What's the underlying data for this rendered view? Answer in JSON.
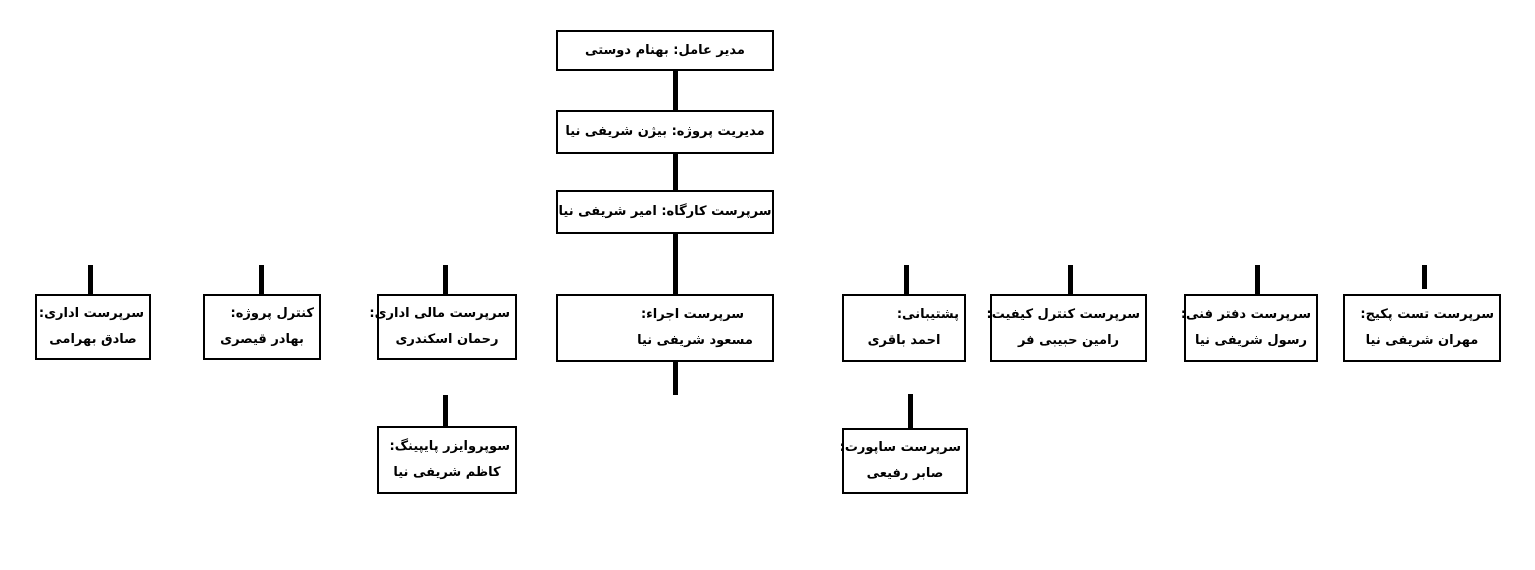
{
  "chart": {
    "ceo": "مدیر عامل: بهنام دوستی",
    "project_manager": "مدیریت پروژه: بیژن شریفی نیا",
    "workshop_supervisor": "سرپرست کارگاه: امیر شریفی نیا",
    "units": {
      "admin": {
        "role": "سرپرست اداری:",
        "name": "صادق بهرامی"
      },
      "project_control": {
        "role": "کنترل پروژه:",
        "name": "بهادر قیصری"
      },
      "finance_admin": {
        "role": "سرپرست مالی اداری:",
        "name": "رحمان اسکندری"
      },
      "execution": {
        "role": "سرپرست اجراء:",
        "name": "مسعود شریفی نیا"
      },
      "logistics": {
        "role": "پشتیبانی:",
        "name": "احمد باقری"
      },
      "quality_control": {
        "role": "سرپرست کنترل کیفیت:",
        "name": "رامین حبیبی فر"
      },
      "technical_office": {
        "role": "سرپرست دفتر فنی:",
        "name": "رسول شریفی نیا"
      },
      "package_test": {
        "role": "سرپرست تست پکیج:",
        "name": "مهران شریفی نیا"
      },
      "piping_supervisor": {
        "role": "سوپروایزر پایپینگ:",
        "name": "کاظم شریفی نیا"
      },
      "support_supervisor": {
        "role": "سرپرست ساپورت:",
        "name": "صابر رفیعی"
      }
    }
  }
}
